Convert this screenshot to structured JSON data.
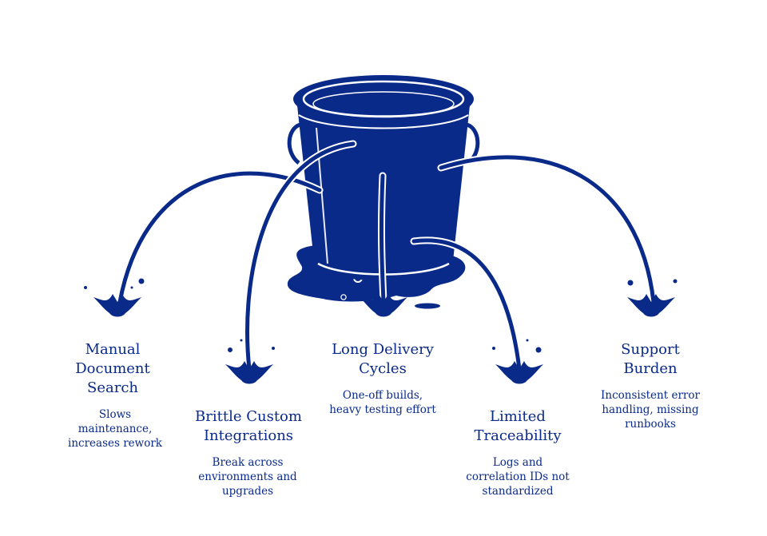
{
  "colors": {
    "primary": "#0a2a8a",
    "background": "#ffffff"
  },
  "icons": [
    "leaking-bucket-icon",
    "splash-icon"
  ],
  "leaks": [
    {
      "title": "Manual Document Search",
      "title_lines": [
        "Manual",
        "Document",
        "Search"
      ],
      "description": "Slows maintenance, increases rework",
      "description_lines": [
        "Slows",
        "maintenance,",
        "increases rework"
      ]
    },
    {
      "title": "Brittle Custom Integrations",
      "title_lines": [
        "Brittle Custom",
        "Integrations"
      ],
      "description": "Break across environments and upgrades",
      "description_lines": [
        "Break across",
        "environments and",
        "upgrades"
      ]
    },
    {
      "title": "Long Delivery Cycles",
      "title_lines": [
        "Long Delivery",
        "Cycles"
      ],
      "description": "One-off builds, heavy testing effort",
      "description_lines": [
        "One-off builds,",
        "heavy testing effort"
      ]
    },
    {
      "title": "Limited Traceability",
      "title_lines": [
        "Limited",
        "Traceability"
      ],
      "description": "Logs and correlation IDs not standardized",
      "description_lines": [
        "Logs and",
        "correlation IDs not",
        "standardized"
      ]
    },
    {
      "title": "Support Burden",
      "title_lines": [
        "Support",
        "Burden"
      ],
      "description": "Inconsistent error handling, missing runbooks",
      "description_lines": [
        "Inconsistent error",
        "handling, missing",
        "runbooks"
      ]
    }
  ]
}
